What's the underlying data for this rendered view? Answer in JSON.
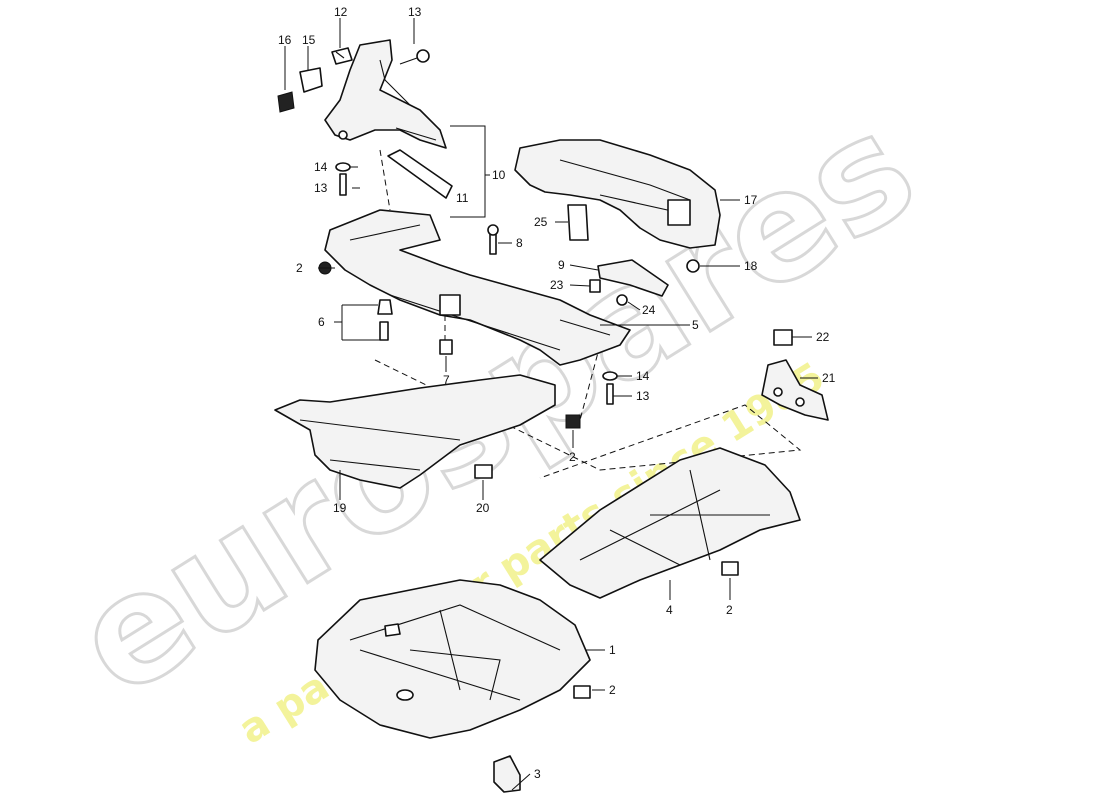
{
  "watermark": {
    "brand": "eurospares",
    "tagline": "a passion for parts since 1985"
  },
  "labels": {
    "l1": "1",
    "l2a": "2",
    "l2b": "2",
    "l2c": "2",
    "l2d": "2",
    "l3": "3",
    "l4": "4",
    "l5": "5",
    "l6": "6",
    "l7": "7",
    "l8": "8",
    "l9": "9",
    "l10": "10",
    "l11": "11",
    "l12": "12",
    "l13a": "13",
    "l13b": "13",
    "l13c": "13",
    "l14a": "14",
    "l14b": "14",
    "l15": "15",
    "l16": "16",
    "l17": "17",
    "l18": "18",
    "l19": "19",
    "l20": "20",
    "l21": "21",
    "l22": "22",
    "l23": "23",
    "l24": "24",
    "l25": "25"
  }
}
